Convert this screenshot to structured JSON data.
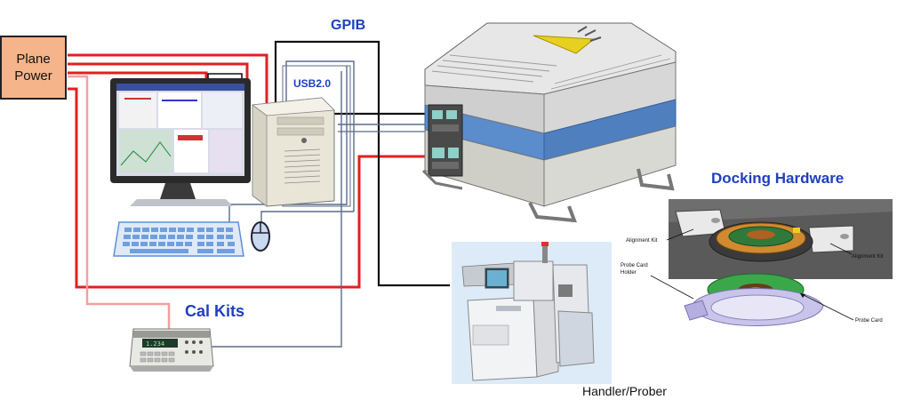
{
  "labels": {
    "plane_power_line1": "Plane",
    "plane_power_line2": "Power",
    "gpib": "GPIB",
    "usb": "USB2.0",
    "docking_hardware": "Docking Hardware",
    "cal_kits": "Cal Kits",
    "handler_prober": "Handler/Prober",
    "alignment_kit_left": "Alignment Kit",
    "alignment_kit_right": "Alignment Kit",
    "probe_card_holder_line1": "Probe Card",
    "probe_card_holder_line2": "Holder",
    "probe_card": "Probe Card"
  },
  "colors": {
    "power_box": "#f5b48a",
    "cable_red": "#e02020",
    "cable_pink": "#f3a0a0",
    "cable_black": "#111111",
    "cable_gray": "#5a6b8a",
    "title_blue": "#1f3fbf",
    "tester_band": "#4f7fbf"
  },
  "icons": [
    "monitor-icon",
    "pc-tower-icon",
    "keyboard-icon",
    "mouse-icon",
    "multimeter-icon",
    "tester-icon",
    "prober-icon",
    "docking-hardware-icon"
  ]
}
